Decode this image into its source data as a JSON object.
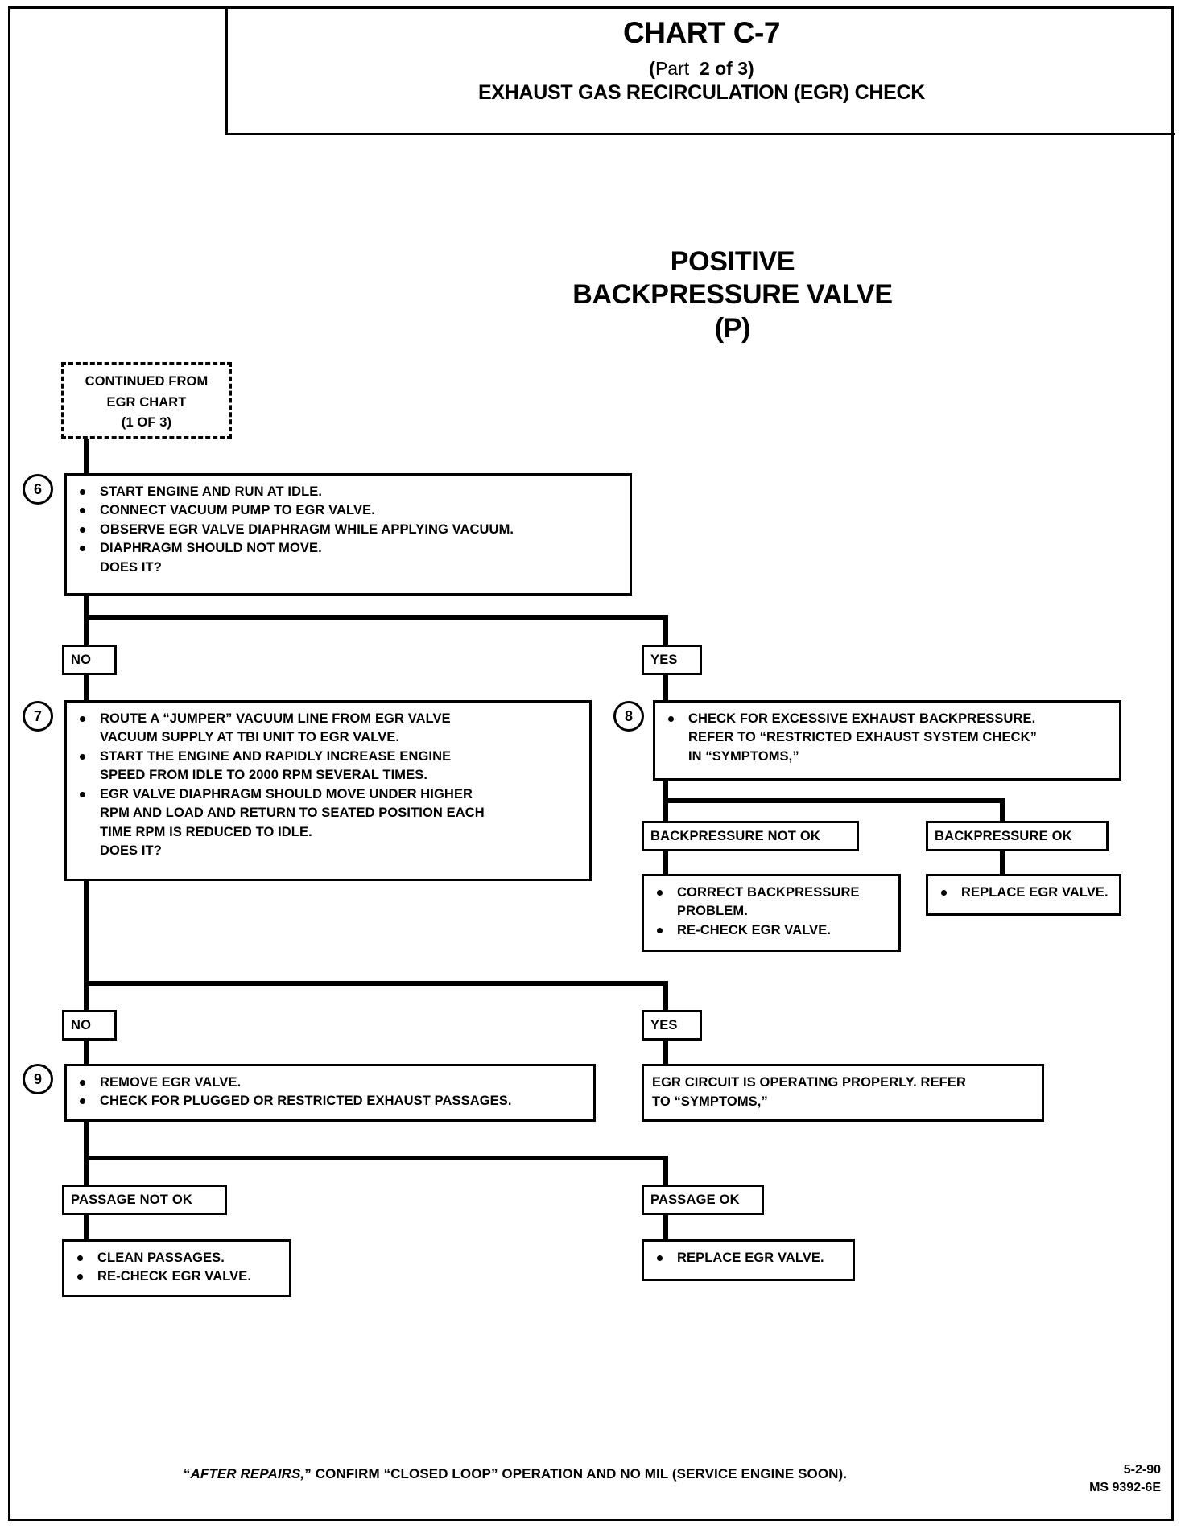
{
  "header": {
    "chart_title": "CHART C-7",
    "part_prefix": "Part",
    "part_value": "2 of 3",
    "subtitle": "EXHAUST GAS RECIRCULATION (EGR) CHECK"
  },
  "valve_heading": {
    "line1": "POSITIVE",
    "line2": "BACKPRESSURE VALVE",
    "line3": "(P)"
  },
  "continued_box": {
    "line1": "CONTINUED FROM",
    "line2": "EGR CHART",
    "line3": "(1 OF 3)"
  },
  "steps": {
    "step6": {
      "number": "6",
      "bullets": [
        "START ENGINE AND RUN AT IDLE.",
        "CONNECT VACUUM PUMP TO EGR VALVE.",
        "OBSERVE EGR VALVE DIAPHRAGM WHILE APPLYING VACUUM.",
        "DIAPHRAGM SHOULD NOT MOVE."
      ],
      "question": "DOES IT?"
    },
    "step7": {
      "number": "7",
      "b1_l1": "ROUTE A “JUMPER” VACUUM LINE FROM EGR VALVE",
      "b1_l2": "VACUUM SUPPLY AT TBI UNIT TO EGR VALVE.",
      "b2_l1": "START THE ENGINE AND RAPIDLY INCREASE ENGINE",
      "b2_l2": "SPEED FROM IDLE TO 2000 RPM SEVERAL TIMES.",
      "b3_l1": "EGR VALVE DIAPHRAGM SHOULD MOVE UNDER HIGHER",
      "b3_l2_pre": "RPM AND LOAD ",
      "b3_l2_underlined": "AND",
      "b3_l2_post": " RETURN TO SEATED POSITION EACH",
      "b3_l3": "TIME RPM IS REDUCED TO IDLE.",
      "question": "DOES IT?"
    },
    "step8": {
      "number": "8",
      "b1_l1": "CHECK FOR EXCESSIVE EXHAUST BACKPRESSURE.",
      "b1_l2": "REFER TO “RESTRICTED EXHAUST SYSTEM CHECK”",
      "b1_l3": "IN “SYMPTOMS,”"
    },
    "step9": {
      "number": "9",
      "bullets": [
        "REMOVE EGR VALVE.",
        "CHECK FOR PLUGGED OR RESTRICTED EXHAUST PASSAGES."
      ]
    }
  },
  "branch_labels": {
    "no_1": "NO",
    "yes_1": "YES",
    "no_2": "NO",
    "yes_2": "YES",
    "backpressure_not_ok": "BACKPRESSURE NOT OK",
    "backpressure_ok": "BACKPRESSURE OK",
    "passage_not_ok": "PASSAGE NOT OK",
    "passage_ok": "PASSAGE OK"
  },
  "outcomes": {
    "correct_backpressure": {
      "bullets": [
        "CORRECT BACKPRESSURE",
        "RE-CHECK EGR VALVE."
      ],
      "b1_cont": "PROBLEM."
    },
    "replace_egr_valve_1": "REPLACE EGR VALVE.",
    "egr_ok": {
      "line1": "EGR CIRCUIT IS OPERATING PROPERLY.  REFER",
      "line2": "TO “SYMPTOMS,”"
    },
    "clean_passages": {
      "bullets": [
        "CLEAN PASSAGES.",
        "RE-CHECK EGR VALVE."
      ]
    },
    "replace_egr_valve_2": "REPLACE EGR VALVE."
  },
  "footer": {
    "note_pre": "“",
    "note_italic": "AFTER REPAIRS,",
    "note_post": "” CONFIRM “CLOSED LOOP” OPERATION AND NO MIL (SERVICE ENGINE SOON).",
    "date": "5-2-90",
    "doc_number": "MS 9392-6E"
  }
}
